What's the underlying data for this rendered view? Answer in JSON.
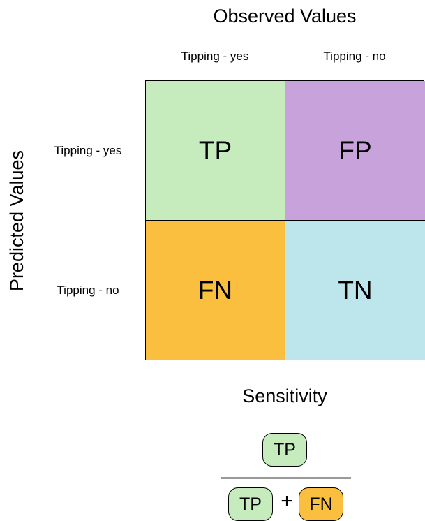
{
  "diagram": {
    "top_title": "Observed Values",
    "side_title": "Predicted Values",
    "columns": [
      "Tipping - yes",
      "Tipping - no"
    ],
    "rows": [
      "Tipping - yes",
      "Tipping - no"
    ],
    "cells": [
      {
        "label": "TP",
        "color": "#c6ecbd"
      },
      {
        "label": "FP",
        "color": "#c8a2db"
      },
      {
        "label": "FN",
        "color": "#fbbf3f"
      },
      {
        "label": "TN",
        "color": "#bde6ec"
      }
    ]
  },
  "formula": {
    "title": "Sensitivity",
    "numerator": "TP",
    "denominator_left": "TP",
    "operator": "+",
    "denominator_right": "FN"
  }
}
